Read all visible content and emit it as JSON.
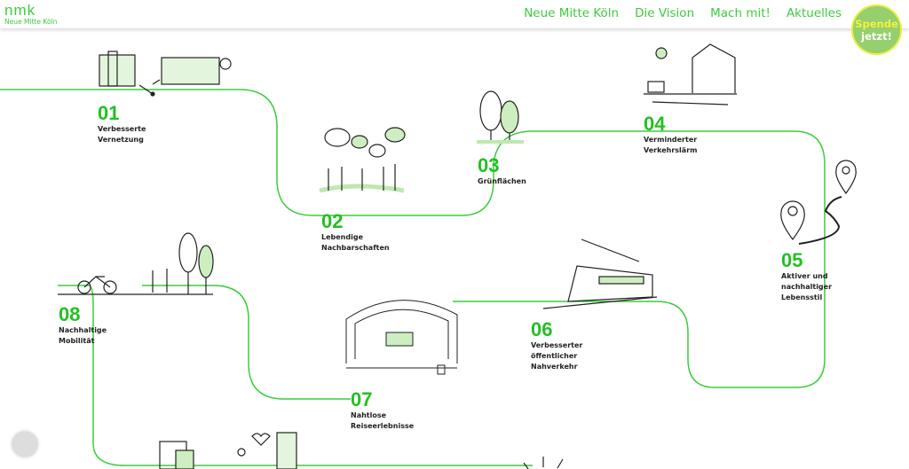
{
  "header": {
    "logo_mark": "nmk",
    "logo_text": "Neue Mitte Köln",
    "nav": [
      {
        "label": "Neue Mitte Köln"
      },
      {
        "label": "Die Vision"
      },
      {
        "label": "Mach mit!"
      },
      {
        "label": "Aktuelles"
      }
    ],
    "donate": {
      "line1": "Spende",
      "line2": "jetzt!"
    }
  },
  "colors": {
    "accent": "#3ccc3c",
    "number": "#22c022",
    "donate_bg": "#96cf6e"
  },
  "steps": [
    {
      "num": "01",
      "label": "Verbesserte\nVernetzung"
    },
    {
      "num": "02",
      "label": "Lebendige\nNachbarschaften"
    },
    {
      "num": "03",
      "label": "Grünflächen"
    },
    {
      "num": "04",
      "label": "Verminderter\nVerkehrslärm"
    },
    {
      "num": "05",
      "label": "Aktiver und\nnachhaltiger\nLebensstil"
    },
    {
      "num": "06",
      "label": "Verbesserter\nöffentlicher\nNahverkehr"
    },
    {
      "num": "07",
      "label": "Nahtlose\nReiseerlebnisse"
    },
    {
      "num": "08",
      "label": "Nachhaltige\nMobilität"
    }
  ]
}
